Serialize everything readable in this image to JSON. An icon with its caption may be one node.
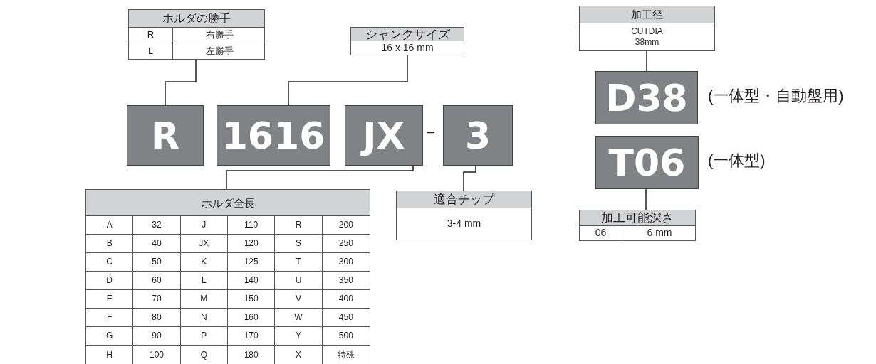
{
  "diagram": {
    "nodes": [
      {
        "text": [
          "ホルダの勝手",
          "R",
          "右勝手",
          "L",
          "左勝手"
        ]
      },
      {
        "text": [
          "シャンクサイズ",
          "16 x 16 mm"
        ]
      },
      {
        "text": [
          "加工径",
          "CUTDIA 38mm"
        ]
      },
      {
        "text": [
          "R"
        ]
      },
      {
        "text": [
          "1616"
        ]
      },
      {
        "text": [
          "JX"
        ]
      },
      {
        "text": [
          "3"
        ]
      },
      {
        "text": [
          "D38"
        ],
        "beside": [
          "(一体型・自動盤用)"
        ]
      },
      {
        "text": [
          "T06"
        ],
        "beside": [
          "(一体型)"
        ]
      },
      {
        "text": [
          "ホルダ全長",
          "A",
          "32",
          "J",
          "110",
          "R",
          "200",
          "B",
          "40",
          "JX",
          "120",
          "S",
          "250",
          "C",
          "50",
          "K",
          "125",
          "T",
          "300",
          "D",
          "60",
          "L",
          "140",
          "U",
          "350",
          "E",
          "70",
          "M",
          "150",
          "V",
          "400",
          "F",
          "80",
          "N",
          "160",
          "W",
          "450",
          "G",
          "90",
          "P",
          "170",
          "Y",
          "500",
          "H",
          "100",
          "Q",
          "180",
          "X",
          "特殊"
        ]
      },
      {
        "text": [
          "適合チップ",
          "3-4 mm"
        ]
      },
      {
        "text": [
          "加工可能深さ",
          "06",
          "6 mm"
        ]
      }
    ],
    "edges": [
      {
        "from": 0,
        "to": 3,
        "arrow": "none"
      },
      {
        "from": 1,
        "to": 4,
        "arrow": "none"
      },
      {
        "from": 2,
        "to": 7,
        "arrow": "none"
      },
      {
        "from": 5,
        "to": 9,
        "arrow": "none"
      },
      {
        "from": 6,
        "to": 10,
        "arrow": "none"
      },
      {
        "from": 8,
        "to": 11,
        "arrow": "none"
      }
    ],
    "labels": [
      "–"
    ]
  }
}
